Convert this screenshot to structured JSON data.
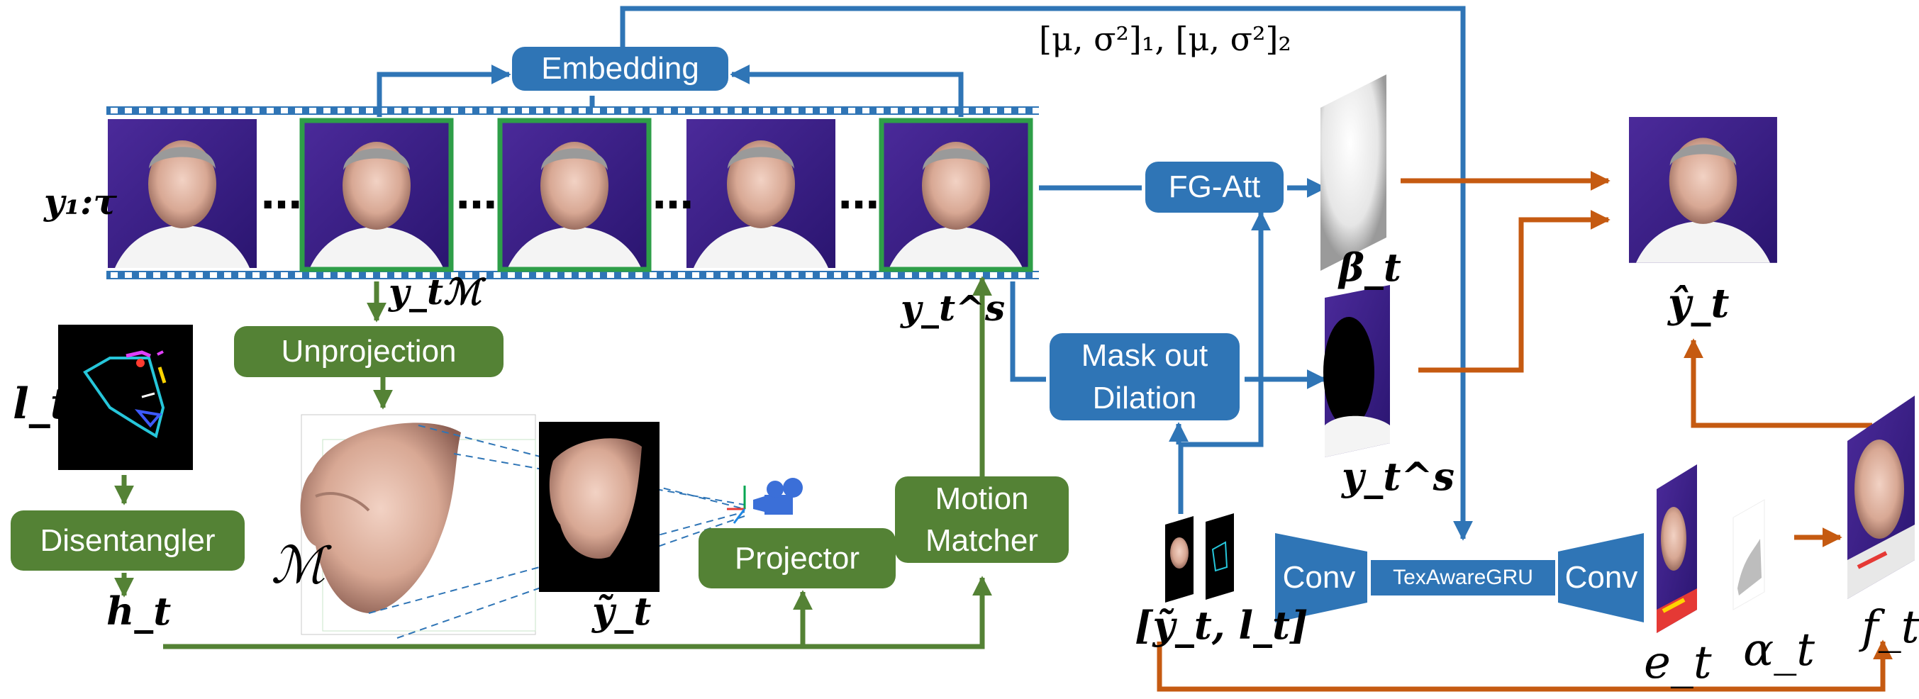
{
  "colors": {
    "blue": "#2f75b6",
    "green": "#548235",
    "orange": "#c55a11",
    "frame_green": "#2e9e48",
    "filmstrip": "#2f75b6"
  },
  "blocks": {
    "embedding": "Embedding",
    "fg_att": "FG-Att",
    "mask_out": "Mask out\nDilation",
    "unprojection": "Unprojection",
    "disentangler": "Disentangler",
    "projector": "Projector",
    "motion_matcher": "Motion\nMatcher",
    "conv_left": "Conv",
    "conv_right": "Conv",
    "texaware_gru": "TexAwareGRU"
  },
  "labels": {
    "embedding_params": "[μ, σ²]₁, [μ, σ²]₂",
    "y_seq": "y₁:τ",
    "y_tm": "y_tℳ",
    "y_ts": "y_t^s",
    "l_t": "l_t",
    "h_t": "h_t",
    "mesh": "ℳ",
    "y_tilde": "ỹ_t",
    "beta_t": "β_t",
    "y_ts_masked": "y_t^s",
    "input_pair": "[ỹ_t, l_t]",
    "e_t": "e_t",
    "alpha_t": "α_t",
    "f_t": "f_t",
    "y_hat": "ŷ_t",
    "ellipsis": "…"
  },
  "icons": [
    "face-frame-thumbnail",
    "landmark-sketch",
    "3d-face-mesh",
    "projected-face",
    "camera-icon",
    "attention-mask",
    "masked-face",
    "warped-face",
    "output-face"
  ]
}
